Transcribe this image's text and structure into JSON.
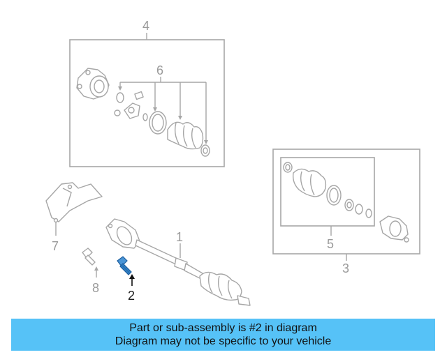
{
  "callouts": {
    "c1": "1",
    "c2": "2",
    "c3": "3",
    "c4": "4",
    "c5": "5",
    "c6": "6",
    "c7": "7",
    "c8": "8"
  },
  "highlighted_part": "2",
  "banner": {
    "line1": "Part or sub-assembly is #2 in diagram",
    "line2": "Diagram may not be specific to your vehicle"
  },
  "colors": {
    "banner_background": "#56c2f7",
    "highlighted_part": "#2f7fc4",
    "line_art": "#a6a6a6"
  }
}
